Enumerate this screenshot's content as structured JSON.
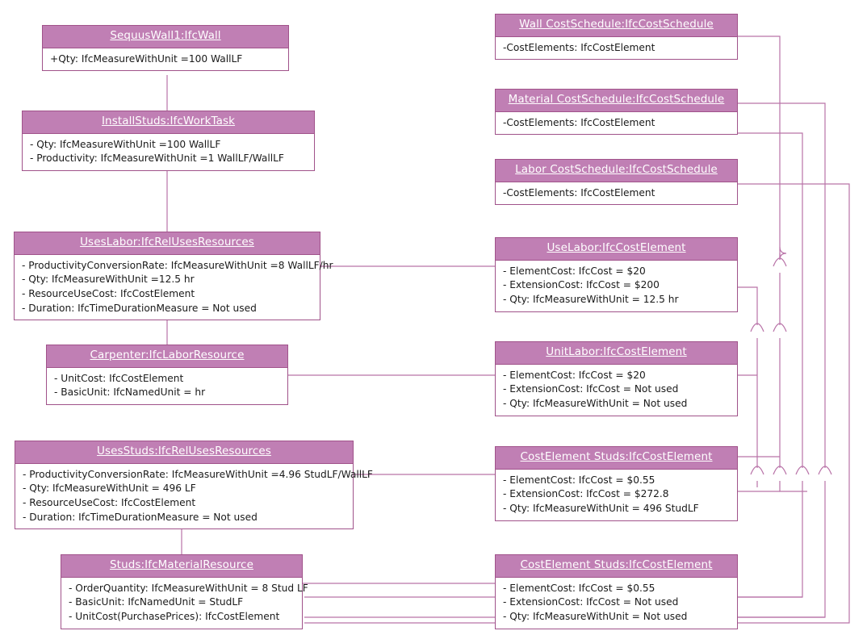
{
  "diagram": {
    "title": "IFC Cost Schedule UML Object Diagram",
    "accent_header_color": "#c07fb4",
    "border_color": "#a0528a",
    "header_text_color": "#ffffff",
    "body_text_color": "#1a1a1a",
    "background_color": "#ffffff"
  },
  "boxes": [
    {
      "id": "sequus-wall",
      "header": "SequusWall1:IfcWall",
      "attributes": [
        "+Qty: IfcMeasureWithUnit =100 WallLF"
      ]
    },
    {
      "id": "install-studs",
      "header": "InstallStuds:IfcWorkTask",
      "attributes": [
        "- Qty: IfcMeasureWithUnit =100 WallLF",
        "- Productivity: IfcMeasureWithUnit =1 WallLF/WallLF"
      ]
    },
    {
      "id": "uses-labor",
      "header": "UsesLabor:IfcRelUsesResources",
      "attributes": [
        "- ProductivityConversionRate: IfcMeasureWithUnit =8 WallLF/hr",
        "- Qty: IfcMeasureWithUnit =12.5 hr",
        "- ResourceUseCost: IfcCostElement",
        "- Duration: IfcTimeDurationMeasure = Not used"
      ]
    },
    {
      "id": "carpenter",
      "header": "Carpenter:IfcLaborResource",
      "attributes": [
        "- UnitCost: IfcCostElement",
        "- BasicUnit: IfcNamedUnit = hr"
      ]
    },
    {
      "id": "uses-studs",
      "header": "UsesStuds:IfcRelUsesResources",
      "attributes": [
        "- ProductivityConversionRate: IfcMeasureWithUnit =4.96 StudLF/WallLF",
        "- Qty: IfcMeasureWithUnit = 496 LF",
        "- ResourceUseCost: IfcCostElement",
        "- Duration: IfcTimeDurationMeasure = Not used"
      ]
    },
    {
      "id": "studs-material",
      "header": "Studs:IfcMaterialResource",
      "attributes": [
        "- OrderQuantity: IfcMeasureWithUnit = 8 Stud LF",
        "- BasicUnit: IfcNamedUnit = StudLF",
        "- UnitCost(PurchasePrices): IfcCostElement"
      ]
    },
    {
      "id": "wall-cost-schedule",
      "header": "Wall CostSchedule:IfcCostSchedule",
      "attributes": [
        "-CostElements: IfcCostElement"
      ]
    },
    {
      "id": "material-cost-schedule",
      "header": "Material CostSchedule:IfcCostSchedule",
      "attributes": [
        "-CostElements: IfcCostElement"
      ]
    },
    {
      "id": "labor-cost-schedule",
      "header": "Labor CostSchedule:IfcCostSchedule",
      "attributes": [
        "-CostElements: IfcCostElement"
      ]
    },
    {
      "id": "use-labor-cost",
      "header": "UseLabor:IfcCostElement",
      "attributes": [
        "- ElementCost: IfcCost = $20",
        "- ExtensionCost: IfcCost = $200",
        "- Qty: IfcMeasureWithUnit = 12.5 hr"
      ]
    },
    {
      "id": "unit-labor-cost",
      "header": "UnitLabor:IfcCostElement",
      "attributes": [
        "- ElementCost: IfcCost = $20",
        "- ExtensionCost: IfcCost = Not used",
        "- Qty: IfcMeasureWithUnit = Not used"
      ]
    },
    {
      "id": "cost-element-studs-1",
      "header": "CostElement Studs:IfcCostElement",
      "attributes": [
        "- ElementCost: IfcCost = $0.55",
        "- ExtensionCost: IfcCost = $272.8",
        "- Qty: IfcMeasureWithUnit = 496 StudLF"
      ]
    },
    {
      "id": "cost-element-studs-2",
      "header": "CostElement Studs:IfcCostElement",
      "attributes": [
        "- ElementCost: IfcCost = $0.55",
        "- ExtensionCost: IfcCost = Not used",
        "- Qty: IfcMeasureWithUnit = Not used"
      ]
    }
  ]
}
